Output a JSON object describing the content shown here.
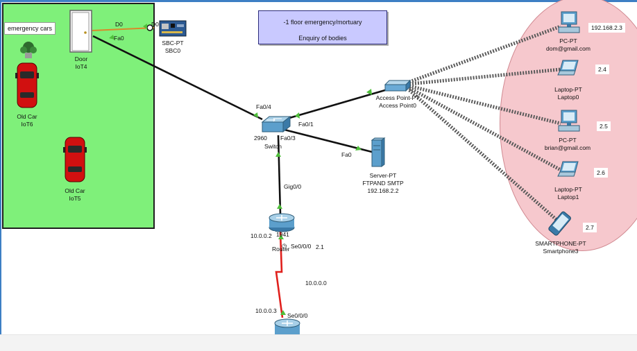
{
  "zones": {
    "emergency_label": "emergency cars",
    "note_line1": "-1 floor emergency/mortuary",
    "note_line2": "Enquiry of bodies"
  },
  "devices": {
    "door": {
      "type": "Door",
      "name": "IoT4"
    },
    "sbc": {
      "type": "SBC-PT",
      "name": "SBC0"
    },
    "car6": {
      "type": "Old Car",
      "name": "IoT6"
    },
    "car5": {
      "type": "Old Car",
      "name": "IoT5"
    },
    "switch": {
      "type": "2960",
      "name": "Switch"
    },
    "ap": {
      "type": "Access Point-PT",
      "name": "Access Point0"
    },
    "server": {
      "type": "Server-PT",
      "name": "FTPAND SMTP",
      "ip": "192.168.2.2"
    },
    "router": {
      "type": "1941",
      "name": "Router"
    },
    "pc_top": {
      "type": "PC-PT",
      "name": "dom@gmail.com",
      "ip": "192.168.2.3"
    },
    "laptop0": {
      "type": "Laptop-PT",
      "name": "Laptop0",
      "ip": "2.4"
    },
    "pc_mid": {
      "type": "PC-PT",
      "name": "brian@gmail.com",
      "ip": "2.5"
    },
    "laptop1": {
      "type": "Laptop-PT",
      "name": "Laptop1",
      "ip": "2.6"
    },
    "phone": {
      "type": "SMARTPHONE-PT",
      "name": "Smartphone3",
      "ip": "2.7"
    }
  },
  "ports": {
    "door_d0": "D0",
    "door_fa0": "Fa0",
    "sbc_d0": "D0",
    "sw_fa04": "Fa0/4",
    "sw_fa01": "Fa0/1",
    "sw_fa03": "Fa0/3",
    "server_fa0": "Fa0",
    "sw_gig00": "Gig0/0",
    "router_se000": "Se0/0/0",
    "router_ip_left": "10.0.0.2",
    "router_ip_right": "2.1",
    "network": "10.0.0.0",
    "router2_ip": "10.0.0.3",
    "router2_se000": "Se0/0/0"
  },
  "colors": {
    "green_zone": "#7ff07a",
    "pink_zone": "#f6c8cd",
    "note_fill": "#c9c9ff",
    "serial_link": "#e0201c",
    "ethernet_link": "#111111",
    "iot_link": "#d9892a"
  }
}
